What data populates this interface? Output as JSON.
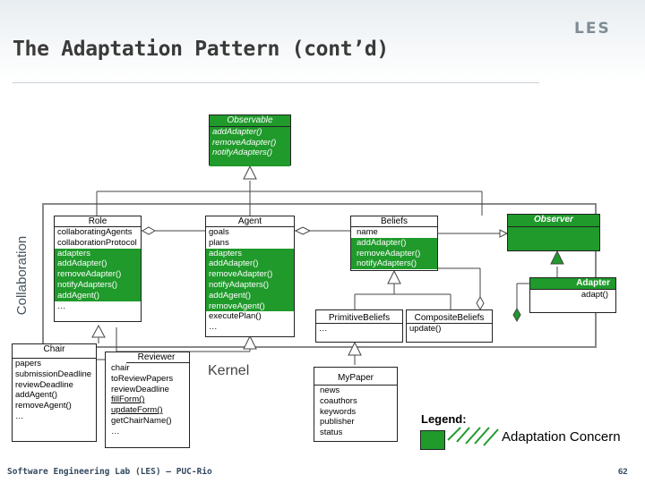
{
  "title": "The Adaptation Pattern (cont’d)",
  "logo": "LES",
  "side_label": "Collaboration",
  "kernel_label": "Kernel",
  "observable": {
    "name": "Observable",
    "ops": [
      "addAdapter()",
      "removeAdapter()",
      "notifyAdapters()"
    ]
  },
  "role": {
    "name": "Role",
    "attrs": [
      "collaboratingAgents",
      "collaborationProtocol"
    ],
    "green": [
      "adapters",
      "addAdapter()",
      "removeAdapter()",
      "notifyAdapters()",
      "addAgent()"
    ],
    "tail": "…"
  },
  "agent": {
    "name": "Agent",
    "attrs": [
      "goals",
      "plans"
    ],
    "green": [
      "adapters",
      "addAdapter()",
      "removeAdapter()",
      "notifyAdapters()",
      "addAgent()",
      "removeAgent()"
    ],
    "ops": [
      "executePlan()",
      "…"
    ]
  },
  "beliefs": {
    "name": "Beliefs",
    "attrs": [
      "name"
    ],
    "green": [
      "addAdapter()",
      "removeAdapter()",
      "notifyAdapters()"
    ]
  },
  "observer": {
    "name": "Observer"
  },
  "adapter": {
    "name": "Adapter",
    "ops": [
      "adapt()"
    ]
  },
  "primitive_beliefs": {
    "name": "PrimitiveBeliefs",
    "attrs": [
      "…"
    ]
  },
  "composite_beliefs": {
    "name": "CompositeBeliefs",
    "ops": [
      "update()"
    ]
  },
  "chair": {
    "name": "Chair",
    "attrs": [
      "papers",
      "submissionDeadline",
      "reviewDeadline",
      "addAgent()",
      "removeAgent()",
      "…"
    ]
  },
  "reviewer": {
    "name": "Reviewer",
    "attrs": [
      "chair",
      "toReviewPapers",
      "reviewDeadline",
      "fillForm()",
      "updateForm()",
      "getChairName()",
      "…"
    ]
  },
  "mypaper": {
    "name": "MyPaper",
    "attrs": [
      "news",
      "coauthors",
      "keywords",
      "publisher",
      "status"
    ]
  },
  "legend": {
    "title": "Legend:",
    "item": "Adaptation Concern"
  },
  "footer": "Software Engineering Lab (LES) – PUC-Rio",
  "page_number": "62",
  "colors": {
    "accent": "#1f9a2b",
    "title": "#3a3a3a"
  }
}
